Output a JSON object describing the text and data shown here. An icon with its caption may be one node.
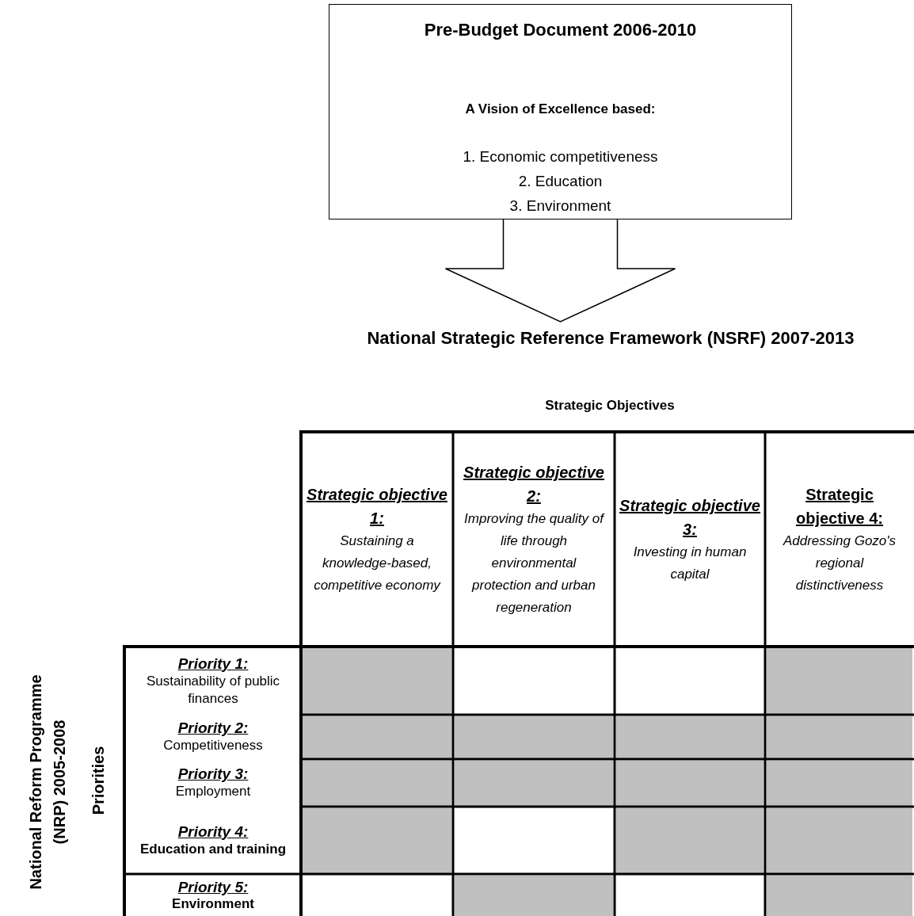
{
  "diagram": {
    "nodes": [
      {
        "text": [
          "Pre-Budget Document 2006-2010",
          "A Vision of Excellence based:",
          "1. Economic competitiveness",
          "2. Education",
          "3. Environment"
        ]
      },
      {
        "text": [
          "National Strategic Reference Framework (NSRF) 2007-2013"
        ]
      }
    ],
    "edges": [
      {
        "from": 0,
        "to": 1,
        "arrow": "to"
      }
    ],
    "labels": [
      "Strategic Objectives",
      "Strategic objective 1:",
      "Sustaining a knowledge-based, competitive economy",
      "Strategic objective 2:",
      "Improving the quality of life through environmental protection and urban regeneration",
      "Strategic objective 3:",
      "Investing in human capital",
      "Strategic objective 4:",
      "Addressing Gozo's regional distinctiveness",
      "National Reform Programme (NRP) 2005-2008",
      "Priorities",
      "Priority 1:",
      "Sustainability of public finances",
      "Priority 2:",
      "Competitiveness",
      "Priority 3:",
      "Employment",
      "Priority 4:",
      "Education and training",
      "Priority 5:",
      "Environment"
    ]
  }
}
